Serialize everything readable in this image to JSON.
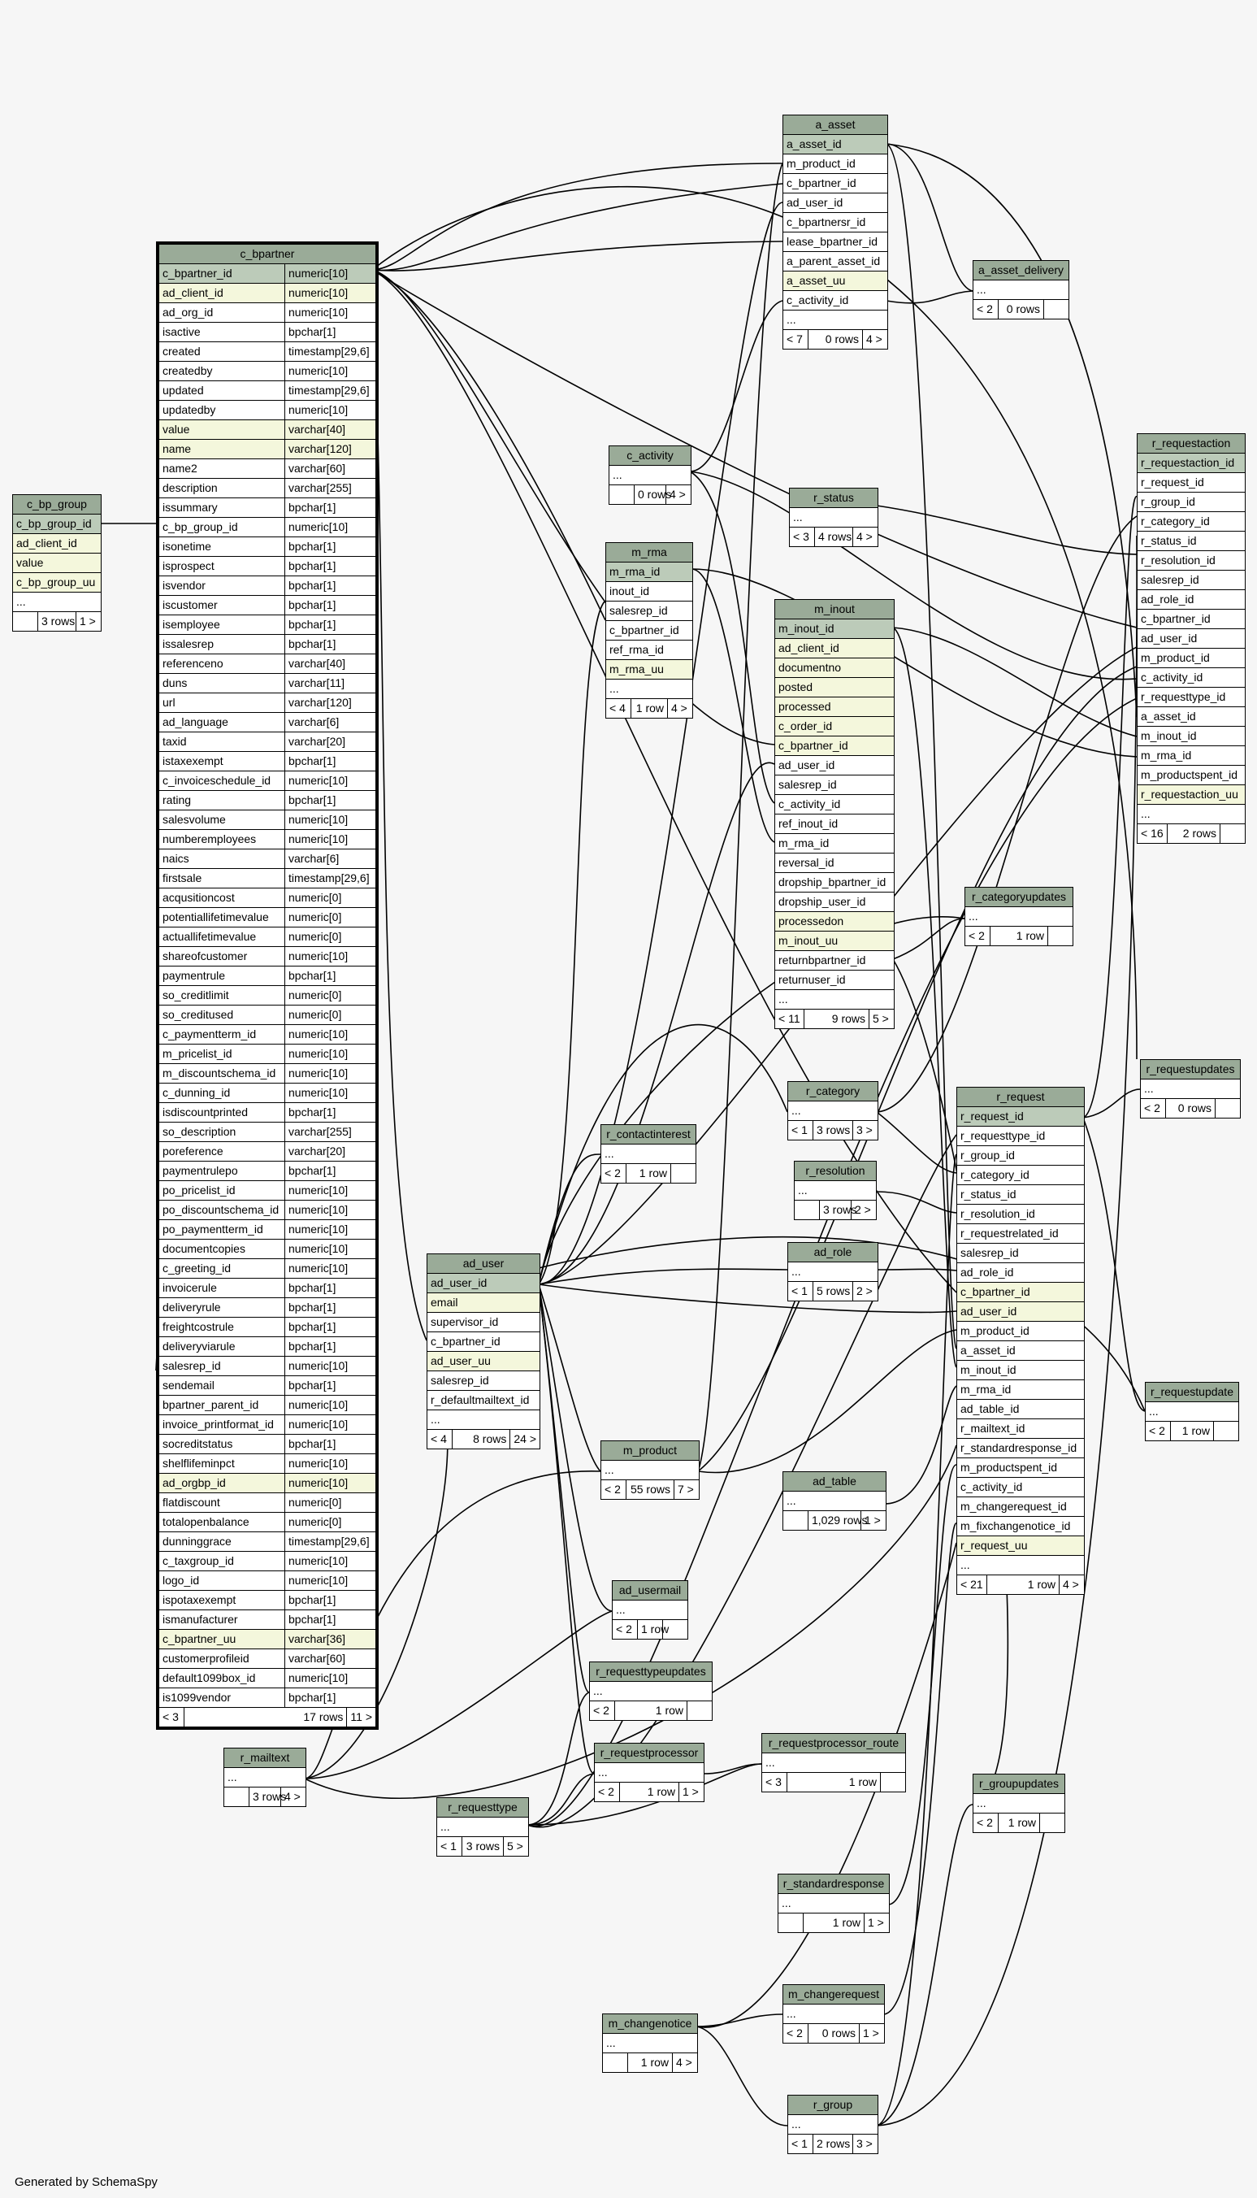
{
  "footer": "Generated by SchemaSpy",
  "tables": {
    "c_bp_group": {
      "title": "c_bp_group",
      "cols": [
        [
          "c_bp_group_id",
          "pk"
        ],
        [
          "ad_client_id",
          "ix"
        ],
        [
          "value",
          "ix"
        ],
        [
          "c_bp_group_uu",
          "ix"
        ],
        [
          "...",
          "el"
        ]
      ],
      "foot": [
        "",
        "3 rows",
        "1 >"
      ]
    },
    "c_bpartner": {
      "title": "c_bpartner",
      "cols": [
        [
          "c_bpartner_id",
          "numeric[10]",
          "pk"
        ],
        [
          "ad_client_id",
          "numeric[10]",
          "ix"
        ],
        [
          "ad_org_id",
          "numeric[10]",
          ""
        ],
        [
          "isactive",
          "bpchar[1]",
          ""
        ],
        [
          "created",
          "timestamp[29,6]",
          ""
        ],
        [
          "createdby",
          "numeric[10]",
          ""
        ],
        [
          "updated",
          "timestamp[29,6]",
          ""
        ],
        [
          "updatedby",
          "numeric[10]",
          ""
        ],
        [
          "value",
          "varchar[40]",
          "ix"
        ],
        [
          "name",
          "varchar[120]",
          "ix"
        ],
        [
          "name2",
          "varchar[60]",
          ""
        ],
        [
          "description",
          "varchar[255]",
          ""
        ],
        [
          "issummary",
          "bpchar[1]",
          ""
        ],
        [
          "c_bp_group_id",
          "numeric[10]",
          ""
        ],
        [
          "isonetime",
          "bpchar[1]",
          ""
        ],
        [
          "isprospect",
          "bpchar[1]",
          ""
        ],
        [
          "isvendor",
          "bpchar[1]",
          ""
        ],
        [
          "iscustomer",
          "bpchar[1]",
          ""
        ],
        [
          "isemployee",
          "bpchar[1]",
          ""
        ],
        [
          "issalesrep",
          "bpchar[1]",
          ""
        ],
        [
          "referenceno",
          "varchar[40]",
          ""
        ],
        [
          "duns",
          "varchar[11]",
          ""
        ],
        [
          "url",
          "varchar[120]",
          ""
        ],
        [
          "ad_language",
          "varchar[6]",
          ""
        ],
        [
          "taxid",
          "varchar[20]",
          ""
        ],
        [
          "istaxexempt",
          "bpchar[1]",
          ""
        ],
        [
          "c_invoiceschedule_id",
          "numeric[10]",
          ""
        ],
        [
          "rating",
          "bpchar[1]",
          ""
        ],
        [
          "salesvolume",
          "numeric[10]",
          ""
        ],
        [
          "numberemployees",
          "numeric[10]",
          ""
        ],
        [
          "naics",
          "varchar[6]",
          ""
        ],
        [
          "firstsale",
          "timestamp[29,6]",
          ""
        ],
        [
          "acqusitioncost",
          "numeric[0]",
          ""
        ],
        [
          "potentiallifetimevalue",
          "numeric[0]",
          ""
        ],
        [
          "actuallifetimevalue",
          "numeric[0]",
          ""
        ],
        [
          "shareofcustomer",
          "numeric[10]",
          ""
        ],
        [
          "paymentrule",
          "bpchar[1]",
          ""
        ],
        [
          "so_creditlimit",
          "numeric[0]",
          ""
        ],
        [
          "so_creditused",
          "numeric[0]",
          ""
        ],
        [
          "c_paymentterm_id",
          "numeric[10]",
          ""
        ],
        [
          "m_pricelist_id",
          "numeric[10]",
          ""
        ],
        [
          "m_discountschema_id",
          "numeric[10]",
          ""
        ],
        [
          "c_dunning_id",
          "numeric[10]",
          ""
        ],
        [
          "isdiscountprinted",
          "bpchar[1]",
          ""
        ],
        [
          "so_description",
          "varchar[255]",
          ""
        ],
        [
          "poreference",
          "varchar[20]",
          ""
        ],
        [
          "paymentrulepo",
          "bpchar[1]",
          ""
        ],
        [
          "po_pricelist_id",
          "numeric[10]",
          ""
        ],
        [
          "po_discountschema_id",
          "numeric[10]",
          ""
        ],
        [
          "po_paymentterm_id",
          "numeric[10]",
          ""
        ],
        [
          "documentcopies",
          "numeric[10]",
          ""
        ],
        [
          "c_greeting_id",
          "numeric[10]",
          ""
        ],
        [
          "invoicerule",
          "bpchar[1]",
          ""
        ],
        [
          "deliveryrule",
          "bpchar[1]",
          ""
        ],
        [
          "freightcostrule",
          "bpchar[1]",
          ""
        ],
        [
          "deliveryviarule",
          "bpchar[1]",
          ""
        ],
        [
          "salesrep_id",
          "numeric[10]",
          ""
        ],
        [
          "sendemail",
          "bpchar[1]",
          ""
        ],
        [
          "bpartner_parent_id",
          "numeric[10]",
          ""
        ],
        [
          "invoice_printformat_id",
          "numeric[10]",
          ""
        ],
        [
          "socreditstatus",
          "bpchar[1]",
          ""
        ],
        [
          "shelflifeminpct",
          "numeric[10]",
          ""
        ],
        [
          "ad_orgbp_id",
          "numeric[10]",
          "ix"
        ],
        [
          "flatdiscount",
          "numeric[0]",
          ""
        ],
        [
          "totalopenbalance",
          "numeric[0]",
          ""
        ],
        [
          "dunninggrace",
          "timestamp[29,6]",
          ""
        ],
        [
          "c_taxgroup_id",
          "numeric[10]",
          ""
        ],
        [
          "logo_id",
          "numeric[10]",
          ""
        ],
        [
          "ispotaxexempt",
          "bpchar[1]",
          ""
        ],
        [
          "ismanufacturer",
          "bpchar[1]",
          ""
        ],
        [
          "c_bpartner_uu",
          "varchar[36]",
          "ix"
        ],
        [
          "customerprofileid",
          "varchar[60]",
          ""
        ],
        [
          "default1099box_id",
          "numeric[10]",
          ""
        ],
        [
          "is1099vendor",
          "bpchar[1]",
          ""
        ]
      ],
      "foot": [
        "< 3",
        "17 rows",
        "11 >"
      ]
    },
    "a_asset": {
      "title": "a_asset",
      "cols": [
        [
          "a_asset_id",
          "pk"
        ],
        [
          "m_product_id",
          ""
        ],
        [
          "c_bpartner_id",
          ""
        ],
        [
          "ad_user_id",
          ""
        ],
        [
          "c_bpartnersr_id",
          ""
        ],
        [
          "lease_bpartner_id",
          ""
        ],
        [
          "a_parent_asset_id",
          ""
        ],
        [
          "a_asset_uu",
          "ix"
        ],
        [
          "c_activity_id",
          ""
        ],
        [
          "...",
          "el"
        ]
      ],
      "foot": [
        "< 7",
        "0 rows",
        "4 >"
      ]
    },
    "a_asset_delivery": {
      "title": "a_asset_delivery",
      "cols": [
        [
          "...",
          "el"
        ]
      ],
      "foot": [
        "< 2",
        "0 rows",
        ""
      ]
    },
    "c_activity": {
      "title": "c_activity",
      "cols": [
        [
          "...",
          "el"
        ]
      ],
      "foot": [
        "",
        "0 rows",
        "4 >"
      ]
    },
    "m_rma": {
      "title": "m_rma",
      "cols": [
        [
          "m_rma_id",
          "pk"
        ],
        [
          "inout_id",
          ""
        ],
        [
          "salesrep_id",
          ""
        ],
        [
          "c_bpartner_id",
          ""
        ],
        [
          "ref_rma_id",
          ""
        ],
        [
          "m_rma_uu",
          "ix"
        ],
        [
          "...",
          "el"
        ]
      ],
      "foot": [
        "< 4",
        "1 row",
        "4 >"
      ]
    },
    "r_status": {
      "title": "r_status",
      "cols": [
        [
          "...",
          "el"
        ]
      ],
      "foot": [
        "< 3",
        "4 rows",
        "4 >"
      ]
    },
    "m_inout": {
      "title": "m_inout",
      "cols": [
        [
          "m_inout_id",
          "pk"
        ],
        [
          "ad_client_id",
          "ix"
        ],
        [
          "documentno",
          "ix"
        ],
        [
          "posted",
          "ix"
        ],
        [
          "processed",
          "ix"
        ],
        [
          "c_order_id",
          "ix"
        ],
        [
          "c_bpartner_id",
          "ix"
        ],
        [
          "ad_user_id",
          ""
        ],
        [
          "salesrep_id",
          ""
        ],
        [
          "c_activity_id",
          ""
        ],
        [
          "ref_inout_id",
          ""
        ],
        [
          "m_rma_id",
          ""
        ],
        [
          "reversal_id",
          ""
        ],
        [
          "dropship_bpartner_id",
          ""
        ],
        [
          "dropship_user_id",
          ""
        ],
        [
          "processedon",
          "ix"
        ],
        [
          "m_inout_uu",
          "ix"
        ],
        [
          "returnbpartner_id",
          ""
        ],
        [
          "returnuser_id",
          ""
        ],
        [
          "...",
          "el"
        ]
      ],
      "foot": [
        "< 11",
        "9 rows",
        "5 >"
      ]
    },
    "r_requestaction": {
      "title": "r_requestaction",
      "cols": [
        [
          "r_requestaction_id",
          "pk"
        ],
        [
          "r_request_id",
          ""
        ],
        [
          "r_group_id",
          ""
        ],
        [
          "r_category_id",
          ""
        ],
        [
          "r_status_id",
          ""
        ],
        [
          "r_resolution_id",
          ""
        ],
        [
          "salesrep_id",
          ""
        ],
        [
          "ad_role_id",
          ""
        ],
        [
          "c_bpartner_id",
          ""
        ],
        [
          "ad_user_id",
          ""
        ],
        [
          "m_product_id",
          ""
        ],
        [
          "c_activity_id",
          ""
        ],
        [
          "r_requesttype_id",
          ""
        ],
        [
          "a_asset_id",
          ""
        ],
        [
          "m_inout_id",
          ""
        ],
        [
          "m_rma_id",
          ""
        ],
        [
          "m_productspent_id",
          ""
        ],
        [
          "r_requestaction_uu",
          "ix"
        ],
        [
          "...",
          "el"
        ]
      ],
      "foot": [
        "< 16",
        "2 rows",
        ""
      ]
    },
    "r_categoryupdates": {
      "title": "r_categoryupdates",
      "cols": [
        [
          "...",
          "el"
        ]
      ],
      "foot": [
        "< 2",
        "1 row",
        ""
      ]
    },
    "r_category": {
      "title": "r_category",
      "cols": [
        [
          "...",
          "el"
        ]
      ],
      "foot": [
        "< 1",
        "3 rows",
        "3 >"
      ]
    },
    "r_contactinterest": {
      "title": "r_contactinterest",
      "cols": [
        [
          "...",
          "el"
        ]
      ],
      "foot": [
        "< 2",
        "1 row",
        ""
      ]
    },
    "r_resolution": {
      "title": "r_resolution",
      "cols": [
        [
          "...",
          "el"
        ]
      ],
      "foot": [
        "",
        "3 rows",
        "2 >"
      ]
    },
    "ad_role": {
      "title": "ad_role",
      "cols": [
        [
          "...",
          "el"
        ]
      ],
      "foot": [
        "< 1",
        "5 rows",
        "2 >"
      ]
    },
    "ad_user": {
      "title": "ad_user",
      "cols": [
        [
          "ad_user_id",
          "pk"
        ],
        [
          "email",
          "ix"
        ],
        [
          "supervisor_id",
          ""
        ],
        [
          "c_bpartner_id",
          ""
        ],
        [
          "ad_user_uu",
          "ix"
        ],
        [
          "salesrep_id",
          ""
        ],
        [
          "r_defaultmailtext_id",
          ""
        ],
        [
          "...",
          "el"
        ]
      ],
      "foot": [
        "< 4",
        "8 rows",
        "24 >"
      ]
    },
    "r_request": {
      "title": "r_request",
      "cols": [
        [
          "r_request_id",
          "pk"
        ],
        [
          "r_requesttype_id",
          ""
        ],
        [
          "r_group_id",
          ""
        ],
        [
          "r_category_id",
          ""
        ],
        [
          "r_status_id",
          ""
        ],
        [
          "r_resolution_id",
          ""
        ],
        [
          "r_requestrelated_id",
          ""
        ],
        [
          "salesrep_id",
          ""
        ],
        [
          "ad_role_id",
          ""
        ],
        [
          "c_bpartner_id",
          "ix"
        ],
        [
          "ad_user_id",
          "ix"
        ],
        [
          "m_product_id",
          ""
        ],
        [
          "a_asset_id",
          ""
        ],
        [
          "m_inout_id",
          ""
        ],
        [
          "m_rma_id",
          ""
        ],
        [
          "ad_table_id",
          ""
        ],
        [
          "r_mailtext_id",
          ""
        ],
        [
          "r_standardresponse_id",
          ""
        ],
        [
          "m_productspent_id",
          ""
        ],
        [
          "c_activity_id",
          ""
        ],
        [
          "m_changerequest_id",
          ""
        ],
        [
          "m_fixchangenotice_id",
          ""
        ],
        [
          "r_request_uu",
          "ix"
        ],
        [
          "...",
          "el"
        ]
      ],
      "foot": [
        "< 21",
        "1 row",
        "4 >"
      ]
    },
    "r_requestupdates": {
      "title": "r_requestupdates",
      "cols": [
        [
          "...",
          "el"
        ]
      ],
      "foot": [
        "< 2",
        "0 rows",
        ""
      ]
    },
    "r_requestupdate": {
      "title": "r_requestupdate",
      "cols": [
        [
          "...",
          "el"
        ]
      ],
      "foot": [
        "< 2",
        "1 row",
        ""
      ]
    },
    "m_product": {
      "title": "m_product",
      "cols": [
        [
          "...",
          "el"
        ]
      ],
      "foot": [
        "< 2",
        "55 rows",
        "7 >"
      ]
    },
    "ad_table": {
      "title": "ad_table",
      "cols": [
        [
          "...",
          "el"
        ]
      ],
      "foot": [
        "",
        "1,029 rows",
        "1 >"
      ]
    },
    "ad_usermail": {
      "title": "ad_usermail",
      "cols": [
        [
          "...",
          "el"
        ]
      ],
      "foot": [
        "< 2",
        "1 row",
        ""
      ]
    },
    "r_requesttypeupdates": {
      "title": "r_requesttypeupdates",
      "cols": [
        [
          "...",
          "el"
        ]
      ],
      "foot": [
        "< 2",
        "1 row",
        ""
      ]
    },
    "r_mailtext": {
      "title": "r_mailtext",
      "cols": [
        [
          "...",
          "el"
        ]
      ],
      "foot": [
        "",
        "3 rows",
        "4 >"
      ]
    },
    "r_requestprocessor": {
      "title": "r_requestprocessor",
      "cols": [
        [
          "...",
          "el"
        ]
      ],
      "foot": [
        "< 2",
        "1 row",
        "1 >"
      ]
    },
    "r_requestprocessor_route": {
      "title": "r_requestprocessor_route",
      "cols": [
        [
          "...",
          "el"
        ]
      ],
      "foot": [
        "< 3",
        "1 row",
        ""
      ]
    },
    "r_groupupdates": {
      "title": "r_groupupdates",
      "cols": [
        [
          "...",
          "el"
        ]
      ],
      "foot": [
        "< 2",
        "1 row",
        ""
      ]
    },
    "r_requesttype": {
      "title": "r_requesttype",
      "cols": [
        [
          "...",
          "el"
        ]
      ],
      "foot": [
        "< 1",
        "3 rows",
        "5 >"
      ]
    },
    "r_standardresponse": {
      "title": "r_standardresponse",
      "cols": [
        [
          "...",
          "el"
        ]
      ],
      "foot": [
        "",
        "1 row",
        "1 >"
      ]
    },
    "m_changerequest": {
      "title": "m_changerequest",
      "cols": [
        [
          "...",
          "el"
        ]
      ],
      "foot": [
        "< 2",
        "0 rows",
        "1 >"
      ]
    },
    "m_changenotice": {
      "title": "m_changenotice",
      "cols": [
        [
          "...",
          "el"
        ]
      ],
      "foot": [
        "",
        "1 row",
        "4 >"
      ]
    },
    "r_group": {
      "title": "r_group",
      "cols": [
        [
          "...",
          "el"
        ]
      ],
      "foot": [
        "< 1",
        "2 rows",
        "3 >"
      ]
    }
  }
}
